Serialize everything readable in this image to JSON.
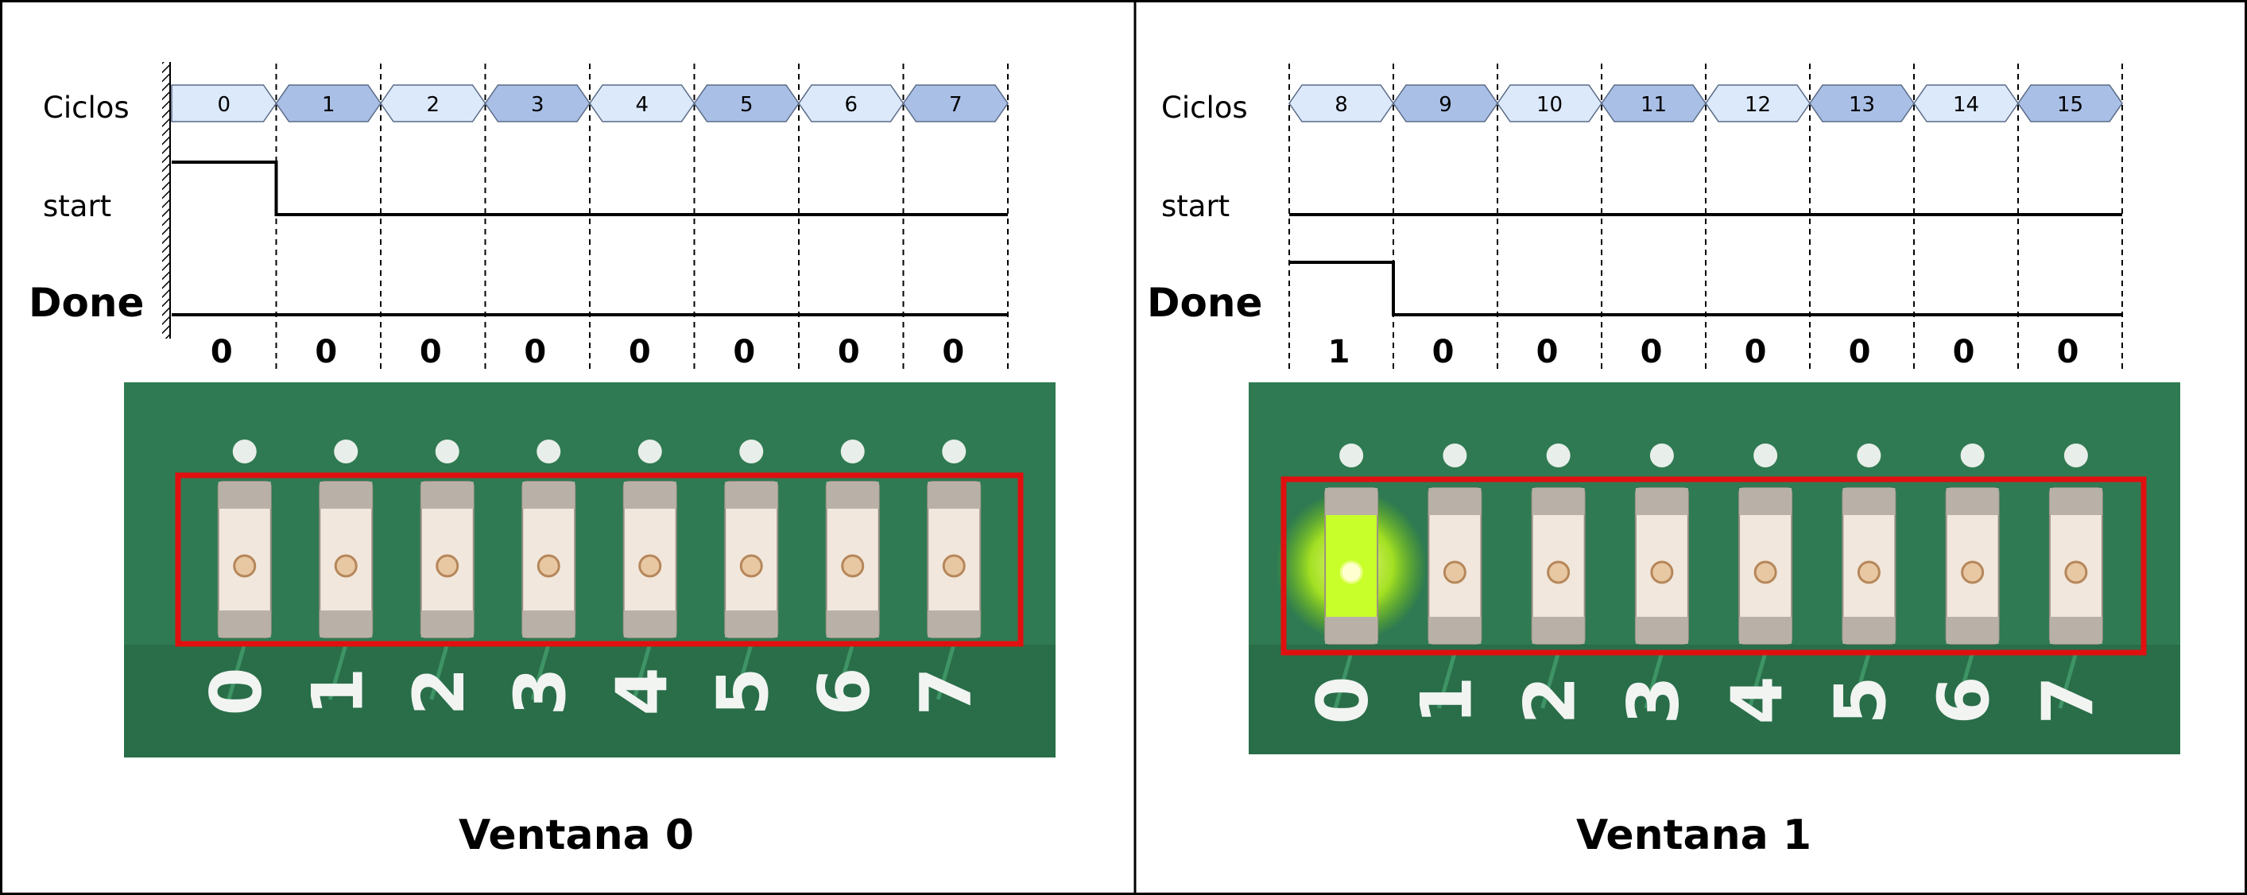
{
  "colors": {
    "cycle_light": "#dce9fb",
    "cycle_dark": "#a9bfe6",
    "cycle_stroke": "#5a6b86",
    "board_green": "#2f7a52",
    "board_dark": "#1f5a3a",
    "highlight_box": "#e01010",
    "led_on": "#c8ff2a",
    "led_off": "#f1e7dc"
  },
  "panels": [
    {
      "id": "ventana-0",
      "title": "Ventana 0",
      "row_labels": {
        "cycles": "Ciclos",
        "start": "start",
        "done": "Done"
      },
      "cycles": [
        "0",
        "1",
        "2",
        "3",
        "4",
        "5",
        "6",
        "7"
      ],
      "start_levels": [
        1,
        0,
        0,
        0,
        0,
        0,
        0,
        0
      ],
      "done_levels": [
        0,
        0,
        0,
        0,
        0,
        0,
        0,
        0
      ],
      "leds": [
        "0",
        "0",
        "0",
        "0",
        "0",
        "0",
        "0",
        "0"
      ],
      "led_on": [
        false,
        false,
        false,
        false,
        false,
        false,
        false,
        false
      ],
      "silkscreen": [
        "0",
        "1",
        "2",
        "3",
        "4",
        "5",
        "6",
        "7"
      ]
    },
    {
      "id": "ventana-1",
      "title": "Ventana 1",
      "row_labels": {
        "cycles": "Ciclos",
        "start": "start",
        "done": "Done"
      },
      "cycles": [
        "8",
        "9",
        "10",
        "11",
        "12",
        "13",
        "14",
        "15"
      ],
      "start_levels": [
        0,
        0,
        0,
        0,
        0,
        0,
        0,
        0
      ],
      "done_levels": [
        1,
        0,
        0,
        0,
        0,
        0,
        0,
        0
      ],
      "leds": [
        "1",
        "0",
        "0",
        "0",
        "0",
        "0",
        "0",
        "0"
      ],
      "led_on": [
        true,
        false,
        false,
        false,
        false,
        false,
        false,
        false
      ],
      "silkscreen": [
        "0",
        "1",
        "2",
        "3",
        "4",
        "5",
        "6",
        "7"
      ]
    }
  ]
}
